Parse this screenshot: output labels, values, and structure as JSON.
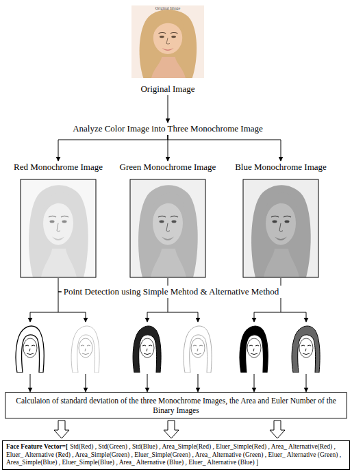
{
  "diagram": {
    "nodes": [
      {
        "text": [
          "Original Image"
        ]
      },
      {
        "text": [
          "Analyze Color Image into Three Monochrome Image"
        ]
      },
      {
        "text": [
          "Red Monochrome Image"
        ]
      },
      {
        "text": [
          "Green Monochrome Image"
        ]
      },
      {
        "text": [
          "Blue Monochrome Image"
        ]
      },
      {
        "text": [
          "Point Detection using Simple Mehtod & Alternative Method"
        ]
      },
      {
        "text": [
          "Calculaion of standard deviation of the three Monochrome Images, the Area and Euler Number of the Binary Images"
        ]
      },
      {
        "text": [
          "Face Feature Vector=[",
          "Std(Red) , Std(Green) , Std(Blue) , Area_Simple(Red) , Eluer_Simple(Red) , Area_ Alternative(Red) , Eluer_ Alternative (Red) , Area_Simple(Green) , Eluer_Simple(Green) , Area_ Alternative (Green) , Eluer_ Alternative (Green) , Area_Simple(Blue) , Eluer_Simple(Blue) , Area_ Alternative (Blue) , Eluer_ Alternative (Blue) ]"
        ]
      }
    ],
    "edges": [
      {
        "from": 0,
        "to": 1,
        "arrow": "to"
      },
      {
        "from": 1,
        "to": 2,
        "arrow": "to"
      },
      {
        "from": 1,
        "to": 3,
        "arrow": "to"
      },
      {
        "from": 1,
        "to": 4,
        "arrow": "to"
      },
      {
        "from": 2,
        "to": 5,
        "arrow": "none"
      },
      {
        "from": 3,
        "to": 5,
        "arrow": "none"
      },
      {
        "from": 4,
        "to": 5,
        "arrow": "none"
      },
      {
        "from": 5,
        "to": 6,
        "arrow": "to"
      },
      {
        "from": 6,
        "to": 7,
        "arrow": "to"
      }
    ],
    "labels": [
      "Original Image"
    ]
  }
}
